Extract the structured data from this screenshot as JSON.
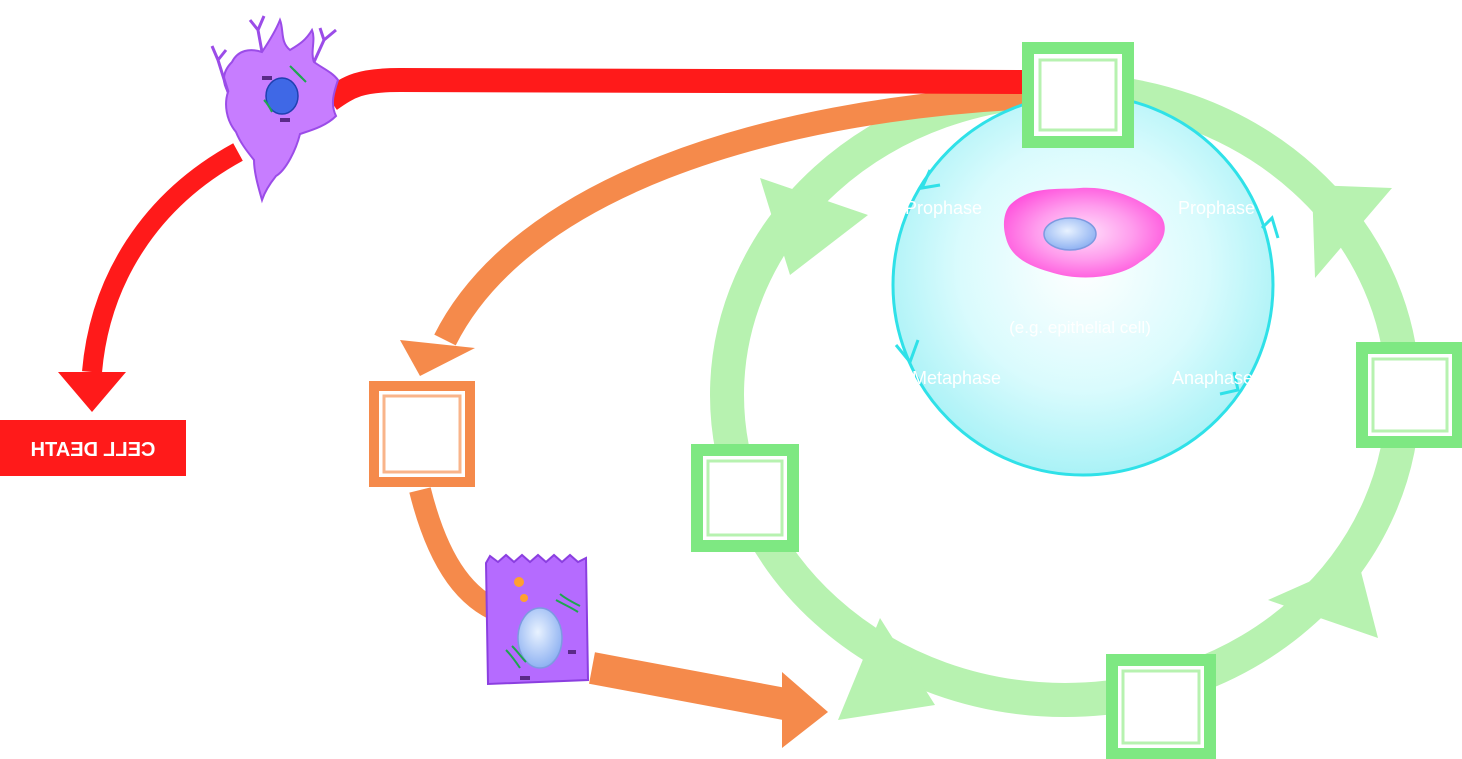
{
  "diagram": {
    "cell_death_label": "CELL DEATH",
    "mitosis_labels": {
      "top_left": "Prophase",
      "top_right": "Prophase",
      "center": "(e.g. epithelial cell)",
      "bottom_left": "Metaphase",
      "bottom_right": "Anaphase"
    },
    "empty_label_boxes": [
      "top",
      "right",
      "bottom",
      "left",
      "orange-left"
    ],
    "colors": {
      "cell_death_path": "#ff1a1a",
      "differentiation_path": "#f58a4b",
      "cycle_ring": "#b7f2b0",
      "cycle_box": "#7ee882",
      "mitosis_circle": "#2fe1e8",
      "sphere_fill": "#bff7fa",
      "dividing_cell": "#ff7ce6",
      "neuron_cell": "#c77dff",
      "epithelial_cell": "#b56bff"
    },
    "icons": [
      "neuron-cell-icon",
      "epithelial-cell-icon",
      "dividing-cell-icon"
    ]
  }
}
